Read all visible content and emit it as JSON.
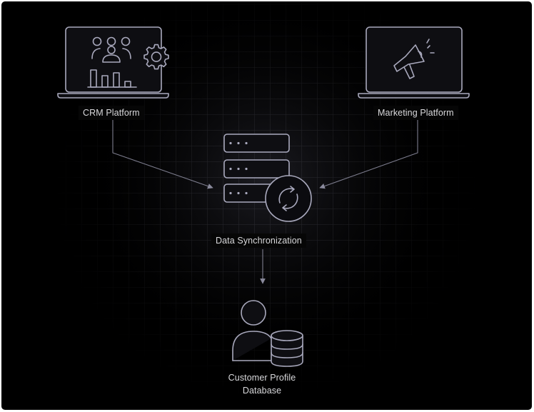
{
  "diagram": {
    "nodes": {
      "crm": {
        "label": "CRM Platform",
        "icon": "crm-laptop-icon"
      },
      "marketing": {
        "label": "Marketing Platform",
        "icon": "megaphone-laptop-icon"
      },
      "sync": {
        "label": "Data Synchronization",
        "icon": "server-sync-icon"
      },
      "customer_db": {
        "label_line1": "Customer Profile",
        "label_line2": "Database",
        "icon": "user-database-icon"
      }
    },
    "edges": [
      {
        "from": "crm",
        "to": "sync"
      },
      {
        "from": "marketing",
        "to": "sync"
      },
      {
        "from": "sync",
        "to": "customer_db"
      }
    ],
    "colors": {
      "background": "#000000",
      "grid": "#2a2a2e",
      "stroke": "#a9a9bd",
      "arrow": "#7d7d8e",
      "text": "#d9d9dc"
    }
  }
}
